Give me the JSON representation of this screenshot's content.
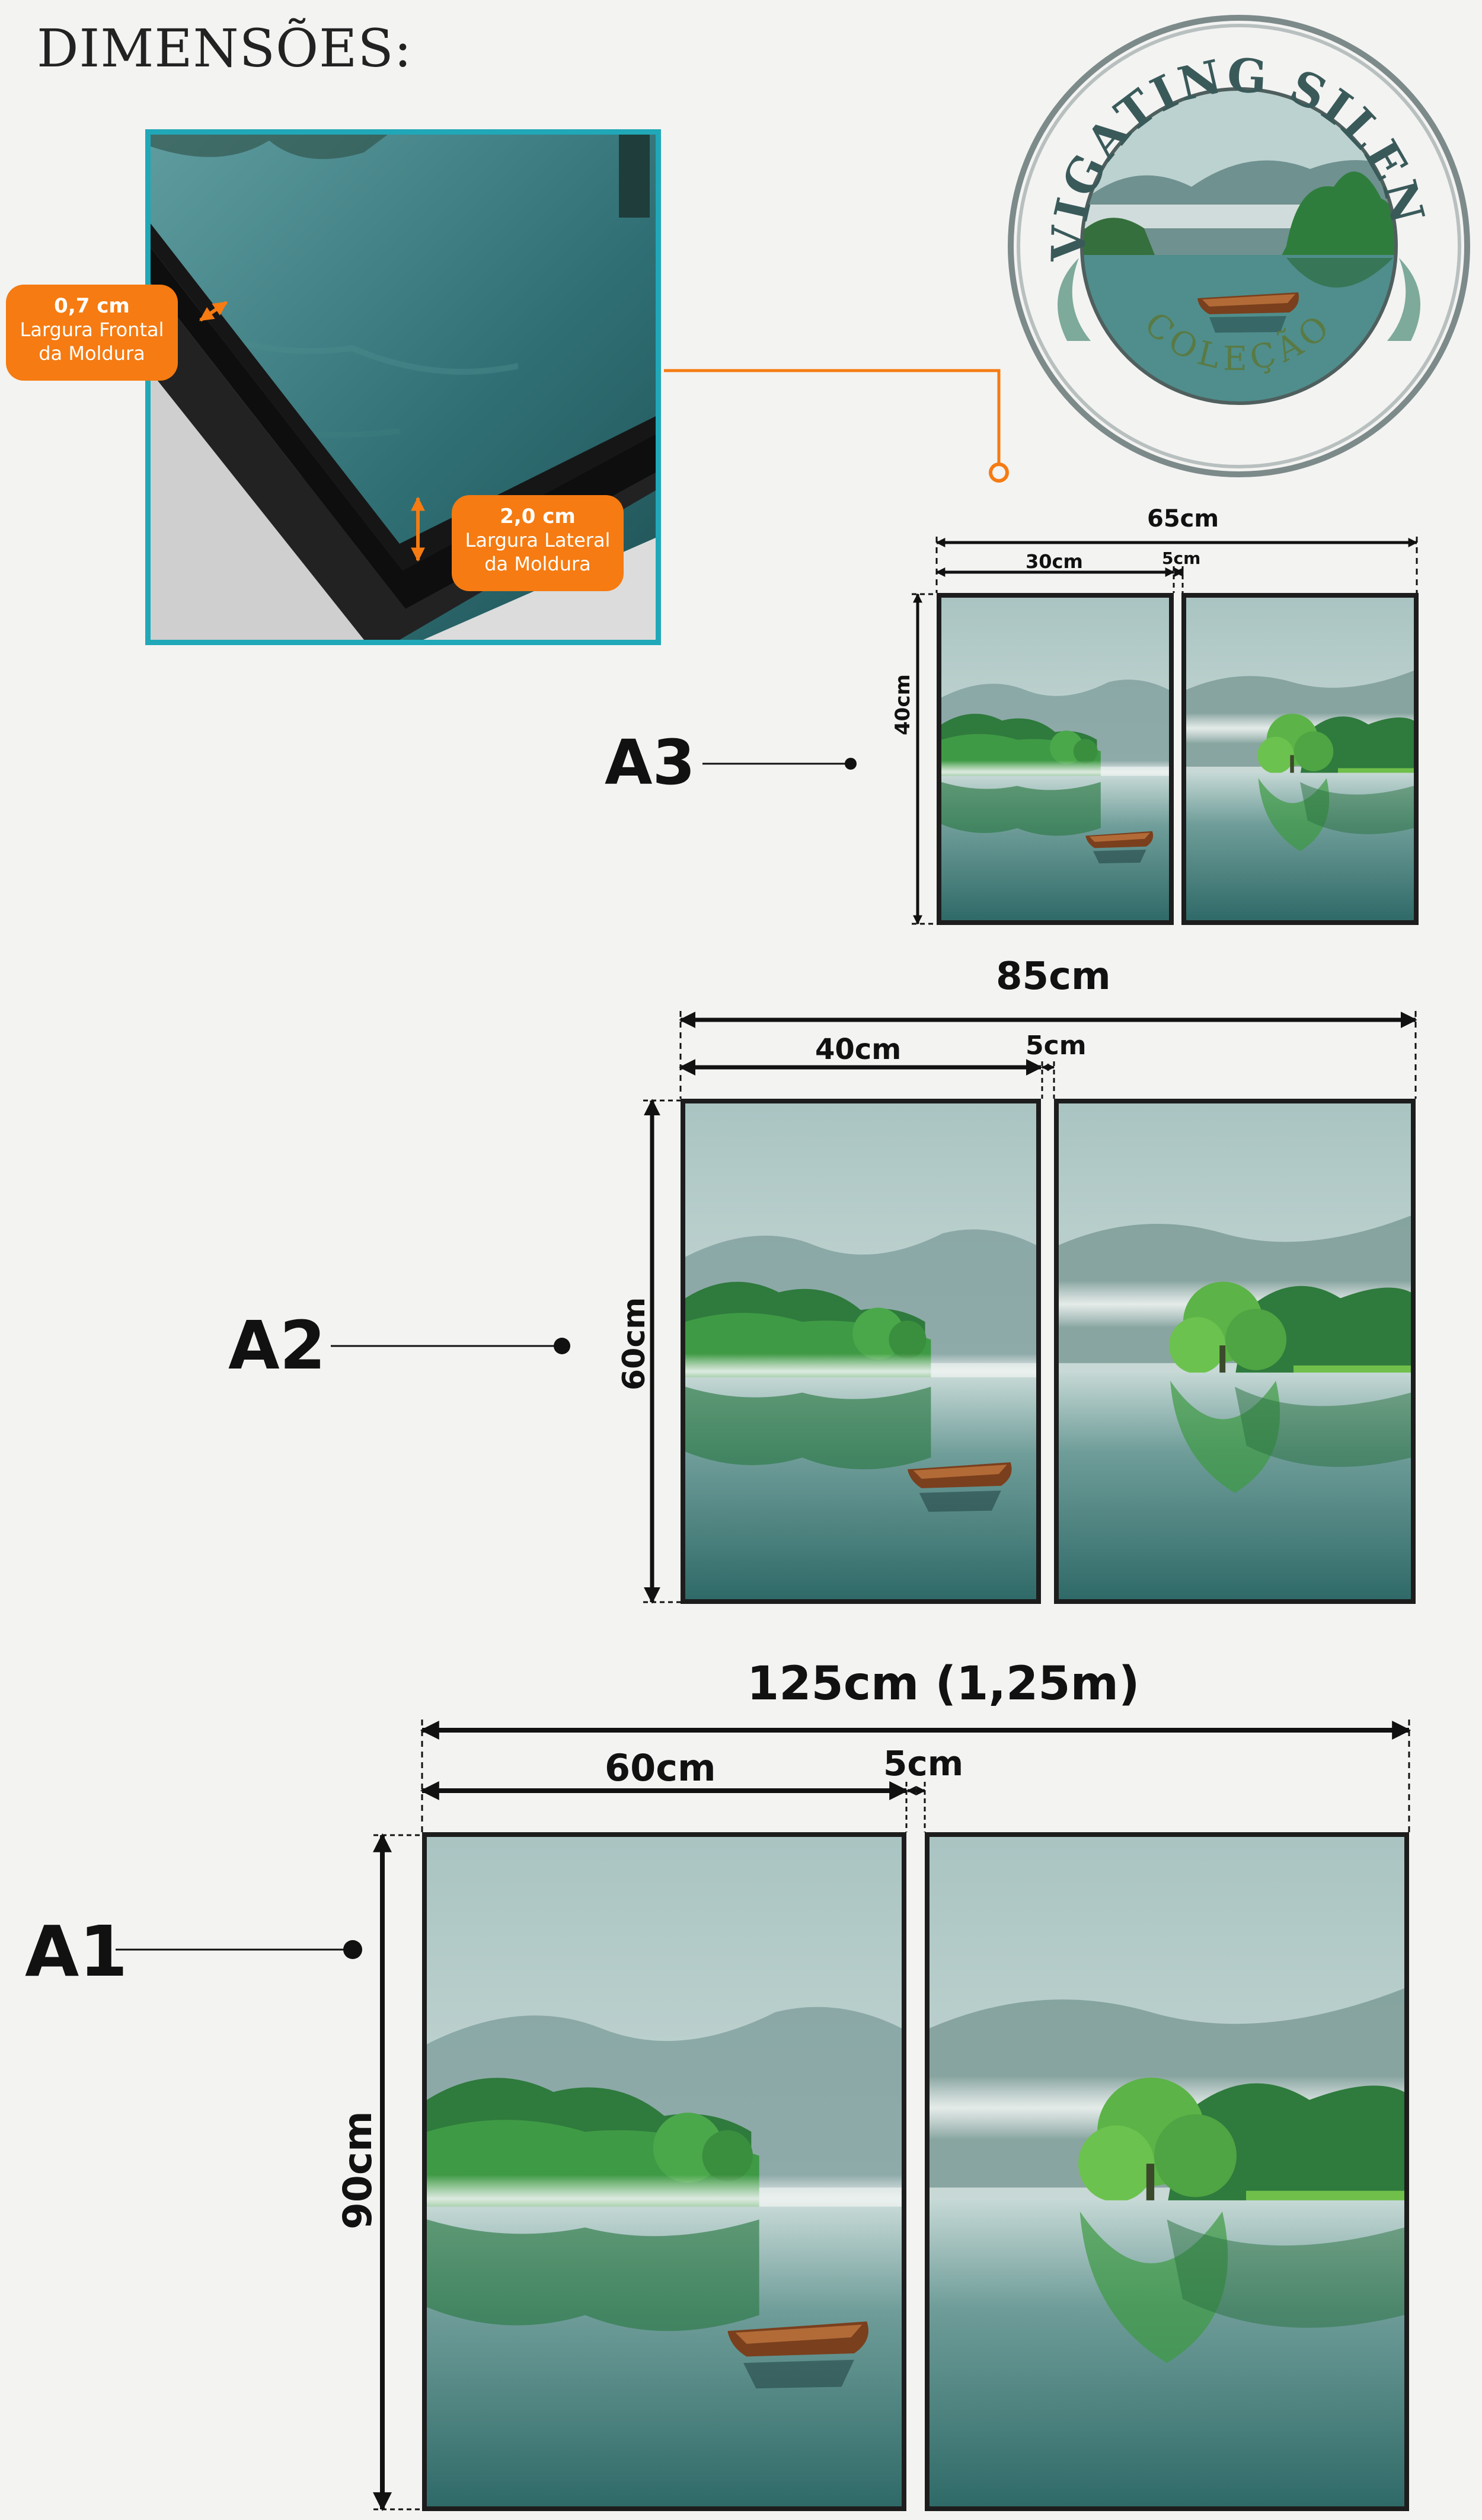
{
  "header": {
    "title": "DIMENSÕES:"
  },
  "frame_detail": {
    "front": {
      "value": "0,7 cm",
      "line1": "Largura Frontal",
      "line2": "da Moldura"
    },
    "side": {
      "value": "2,0 cm",
      "line1": "Largura Lateral",
      "line2": "da Moldura"
    }
  },
  "logo": {
    "top_text": "NAVIGATING SILENCES",
    "bottom_text": "COLEÇÃO"
  },
  "sizes": {
    "a3": {
      "label": "A3",
      "total": "65cm",
      "panel": "30cm",
      "gap": "5cm",
      "height": "40cm"
    },
    "a2": {
      "label": "A2",
      "total": "85cm",
      "panel": "40cm",
      "gap": "5cm",
      "height": "60cm"
    },
    "a1": {
      "label": "A1",
      "total": "125cm (1,25m)",
      "panel": "60cm",
      "gap": "5cm",
      "height": "90cm"
    }
  },
  "colors": {
    "accent": "#f57b12",
    "frame_border": "#20a8b8",
    "panel_frame": "#1d1d1d"
  }
}
